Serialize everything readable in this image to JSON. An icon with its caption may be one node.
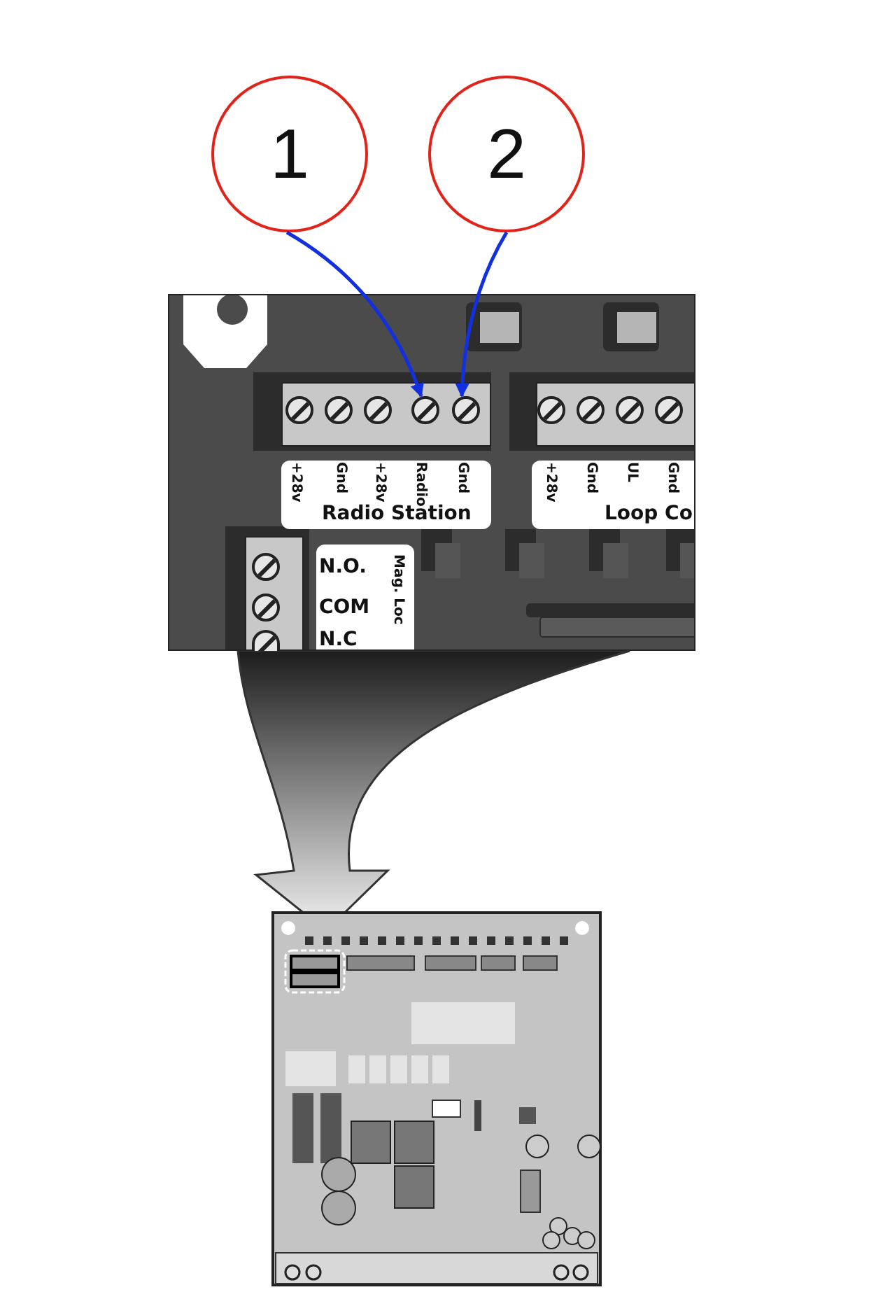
{
  "diagram": {
    "nodes": [
      {
        "text": [
          "1"
        ]
      },
      {
        "text": [
          "2"
        ]
      },
      {
        "text": [],
        "shape": "circle"
      },
      {
        "text": [],
        "shape": "circle"
      },
      {
        "text": [],
        "shape": "circle"
      },
      {
        "text": [],
        "shape": "circle"
      },
      {
        "text": [],
        "shape": "circle"
      },
      {
        "text": [],
        "shape": "circle"
      },
      {
        "text": [],
        "shape": "circle"
      },
      {
        "text": [],
        "shape": "circle"
      },
      {
        "text": [],
        "shape": "circle"
      },
      {
        "text": [],
        "shape": "circle"
      },
      {
        "text": [],
        "shape": "circle"
      },
      {
        "text": [],
        "shape": "circle"
      }
    ],
    "edges": [
      {
        "from": 0,
        "to": 5,
        "arrow": "to"
      },
      {
        "from": 1,
        "to": 6,
        "arrow": "to"
      }
    ],
    "labels": [
      "+28v",
      "Gnd",
      "+28v",
      "Radio",
      "Gnd",
      "Radio Station",
      "+28v",
      "Gnd",
      "UL",
      "Gnd",
      "Loop Co",
      "N.O.",
      "COM",
      "N.C",
      "Mag. Loc"
    ]
  }
}
